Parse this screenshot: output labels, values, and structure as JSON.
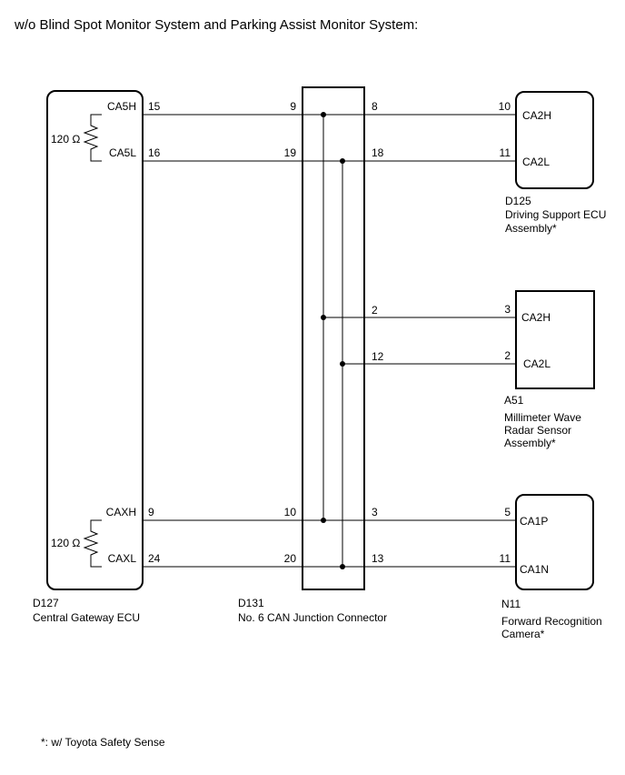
{
  "title": "w/o Blind Spot Monitor System and Parking Assist Monitor System:",
  "footnote": "*: w/ Toyota Safety Sense",
  "gateway": {
    "code": "D127",
    "name": "Central Gateway ECU",
    "resistor_top": "120 Ω",
    "resistor_bottom": "120 Ω",
    "pins": [
      {
        "label": "CA5H",
        "num": "15"
      },
      {
        "label": "CA5L",
        "num": "16"
      },
      {
        "label": "CAXH",
        "num": "9"
      },
      {
        "label": "CAXL",
        "num": "24"
      }
    ]
  },
  "junction": {
    "code": "D131",
    "name": "No. 6 CAN Junction Connector",
    "left_pins": [
      "9",
      "19",
      "10",
      "20"
    ],
    "right_pins": [
      "8",
      "18",
      "2",
      "12",
      "3",
      "13"
    ]
  },
  "driving_support": {
    "code": "D125",
    "name_line1": "Driving Support ECU",
    "name_line2": "Assembly*",
    "pins": [
      {
        "num": "10",
        "label": "CA2H"
      },
      {
        "num": "11",
        "label": "CA2L"
      }
    ]
  },
  "radar": {
    "code": "A51",
    "name_line1": "Millimeter Wave",
    "name_line2": "Radar Sensor",
    "name_line3": "Assembly*",
    "pins": [
      {
        "num": "3",
        "label": "CA2H"
      },
      {
        "num": "2",
        "label": "CA2L"
      }
    ]
  },
  "camera": {
    "code": "N11",
    "name_line1": "Forward Recognition",
    "name_line2": "Camera*",
    "pins": [
      {
        "num": "5",
        "label": "CA1P"
      },
      {
        "num": "11",
        "label": "CA1N"
      }
    ]
  }
}
